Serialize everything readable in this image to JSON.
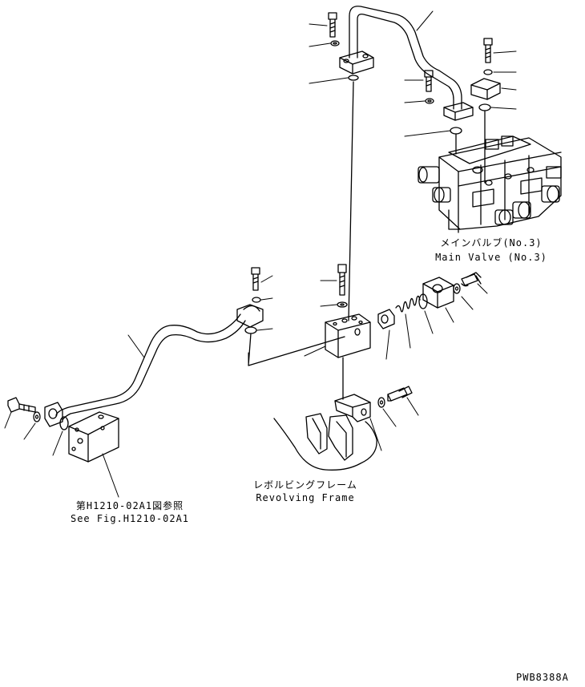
{
  "labels": {
    "main_valve_jp": "メインバルブ(No.3)",
    "main_valve_en": "Main Valve (No.3)",
    "revolving_frame_jp": "レボルビングフレーム",
    "revolving_frame_en": "Revolving Frame",
    "see_fig_jp": "第H1210-02A1図参照",
    "see_fig_en": "See Fig.H1210-02A1",
    "drawing_code": "PWB8388A"
  }
}
